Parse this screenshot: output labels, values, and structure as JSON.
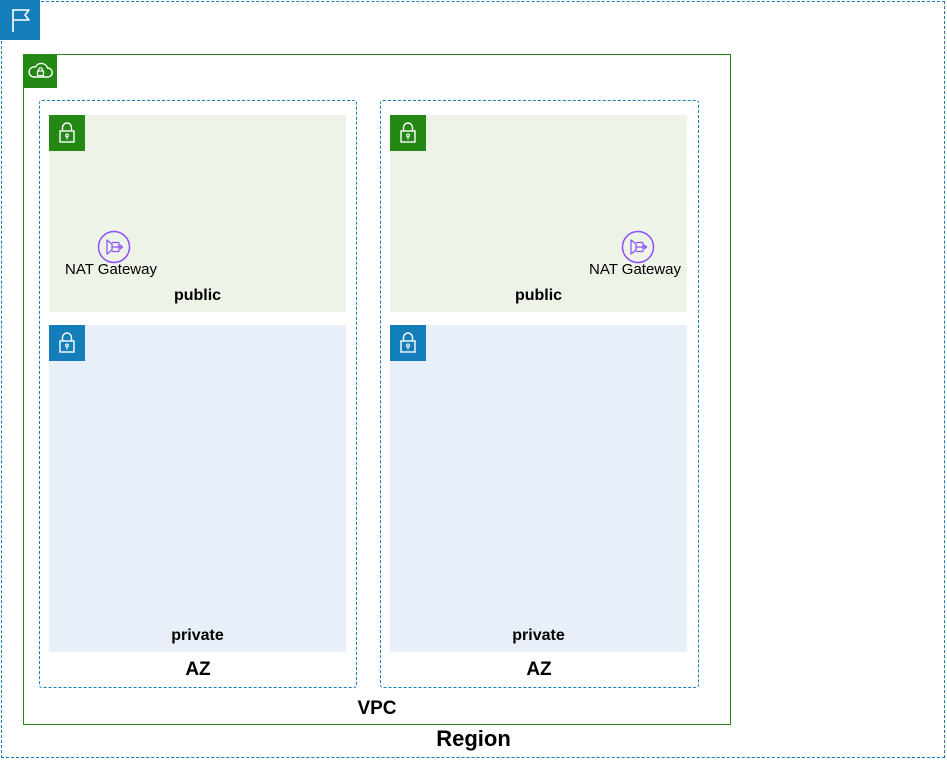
{
  "region": {
    "label": "Region",
    "icon": "region-flag-icon",
    "color": "#147EBA"
  },
  "vpc": {
    "label": "VPC",
    "icon": "vpc-cloud-lock-icon",
    "color": "#248814"
  },
  "availability_zones": [
    {
      "label": "AZ",
      "public_subnet": {
        "label": "public",
        "icon": "lock-icon",
        "color": "#248814",
        "fill": "#EDF3E7"
      },
      "private_subnet": {
        "label": "private",
        "icon": "lock-icon",
        "color": "#147EBA",
        "fill": "#E9EFF8"
      },
      "nat_gateway": {
        "label": "NAT Gateway",
        "icon": "nat-gateway-icon",
        "color": "#8C4FFF"
      }
    },
    {
      "label": "AZ",
      "public_subnet": {
        "label": "public",
        "icon": "lock-icon",
        "color": "#248814",
        "fill": "#EDF3E7"
      },
      "private_subnet": {
        "label": "private",
        "icon": "lock-icon",
        "color": "#147EBA",
        "fill": "#E9EFF8"
      },
      "nat_gateway": {
        "label": "NAT Gateway",
        "icon": "nat-gateway-icon",
        "color": "#8C4FFF"
      }
    }
  ]
}
